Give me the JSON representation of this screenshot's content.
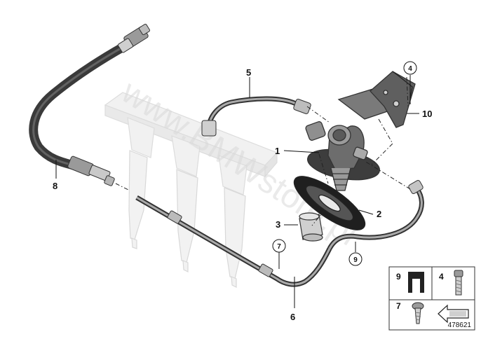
{
  "watermark": "www.BMWstore.pl",
  "callouts": {
    "p1": "1",
    "p2": "2",
    "p3": "3",
    "p4": "4",
    "p5": "5",
    "p6": "6",
    "p7": "7",
    "p8": "8",
    "p9": "9",
    "p10": "10"
  },
  "legend": {
    "cell_9": "9",
    "cell_4": "4",
    "cell_7": "7"
  },
  "diagram_id": "478621"
}
